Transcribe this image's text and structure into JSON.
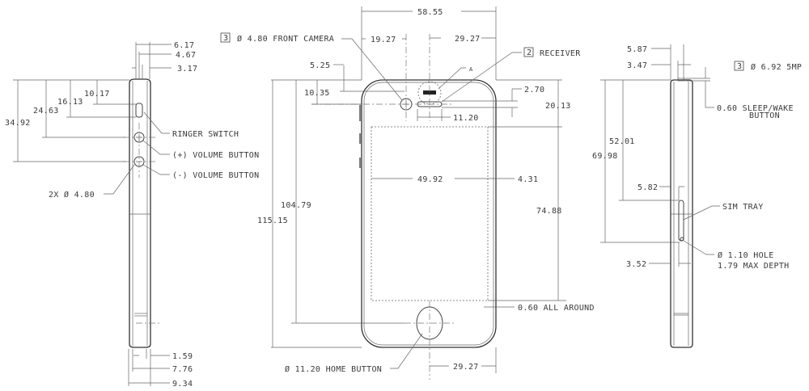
{
  "side_left": {
    "dims": {
      "d617": "6.17",
      "d467": "4.67",
      "d317": "3.17",
      "d1017": "10.17",
      "d1613": "16.13",
      "d2463": "24.63",
      "d3492": "34.92",
      "d159": "1.59",
      "d776": "7.76",
      "d934": "9.34"
    },
    "labels": {
      "ringer": "RINGER SWITCH",
      "vol_up": "(+) VOLUME BUTTON",
      "vol_down": "(-) VOLUME BUTTON",
      "button_dia": "2X Ø 4.80"
    }
  },
  "front": {
    "dims": {
      "width": "58.55",
      "cam_x": "19.27",
      "rcv_x": "29.27",
      "d525": "5.25",
      "d1035": "10.35",
      "d270": "2.70",
      "d2013": "20.13",
      "d1120": "11.20",
      "screen_w": "49.92",
      "d431": "4.31",
      "screen_h": "74.88",
      "d10479": "104.79",
      "height": "115.15",
      "home_x": "29.27"
    },
    "labels": {
      "cam_note": "3",
      "camera": "Ø 4.80 FRONT CAMERA",
      "rcv_note": "2",
      "receiver": "RECEIVER",
      "detail": "A",
      "all_around": "0.60 ALL AROUND",
      "home": "Ø 11.20 HOME BUTTON"
    }
  },
  "side_right": {
    "dims": {
      "d587": "5.87",
      "d347": "3.47",
      "d5201": "52.01",
      "d6998": "69.98",
      "d582": "5.82",
      "d352": "3.52"
    },
    "labels": {
      "cam_note": "3",
      "rear_camera": "Ø 6.92 5MP",
      "sleep1": "0.60 SLEEP/WAKE",
      "sleep2": "BUTTON",
      "sim": "SIM TRAY",
      "hole1": "Ø 1.10 HOLE",
      "hole2": "1.79 MAX DEPTH"
    }
  }
}
